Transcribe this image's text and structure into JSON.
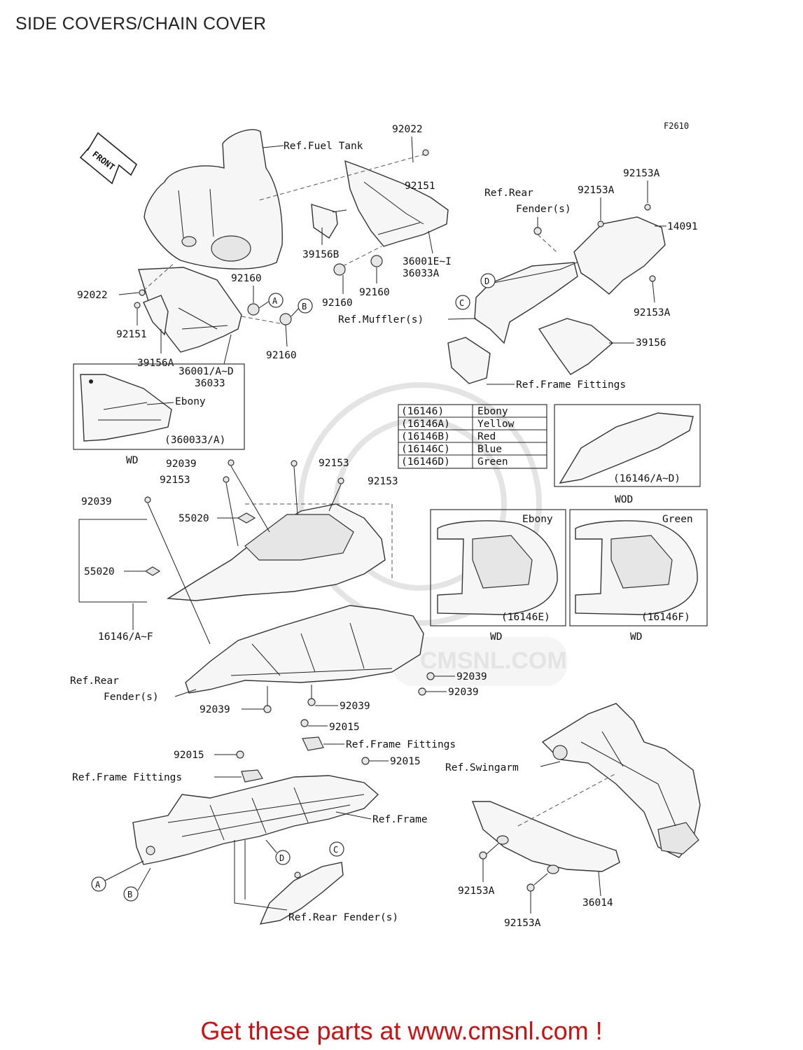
{
  "page_title": "SIDE COVERS/CHAIN COVER",
  "figure_code": "F2610",
  "front_arrow": "FRONT",
  "footer_text": "Get these parts at www.cmsnl.com !",
  "watermark": "CMSNL.COM",
  "labels": {
    "ref_fuel_tank": "Ref.Fuel Tank",
    "p92022_top": "92022",
    "p92151_top": "92151",
    "p39156b": "39156B",
    "p36001e": "36001E~I",
    "p36033a": "36033A",
    "p92160_a": "92160",
    "p92160_b": "92160",
    "p92160_c": "92160",
    "p92160_d": "92160",
    "p92022_left": "92022",
    "p92151_left": "92151",
    "p39156a": "39156A",
    "p36001": "36001/A~D",
    "p36033": "36033",
    "ref_rear_fender_1": "Ref.Rear",
    "ref_rear_fender_2": "Fender(s)",
    "p92153a_1": "92153A",
    "p92153a_2": "92153A",
    "p14091": "14091",
    "p92153a_3": "92153A",
    "ref_muffler": "Ref.Muffler(s)",
    "p39156": "39156",
    "ref_frame_fittings_1": "Ref.Frame Fittings",
    "ebony_1": "Ebony",
    "p360033a": "(360033/A)",
    "wd_1": "WD",
    "p92039_1": "92039",
    "p92153_1": "92153",
    "p92153_2": "92153",
    "p92153_3": "92153",
    "p92039_2": "92039",
    "p55020_1": "55020",
    "p55020_2": "55020",
    "p16146af": "16146/A~F",
    "ref_rear_2": "Ref.Rear",
    "fender_2": "Fender(s)",
    "p92039_3": "92039",
    "p92039_4": "92039",
    "p92039_5": "92039",
    "p92039_6": "92039",
    "p16146ad": "(16146/A~D)",
    "wod": "WOD",
    "ebony_2": "Ebony",
    "p16146e": "(16146E)",
    "wd_2": "WD",
    "green": "Green",
    "p16146f": "(16146F)",
    "wd_3": "WD",
    "p92015_1": "92015",
    "ref_frame_fittings_2": "Ref.Frame Fittings",
    "p92015_2": "92015",
    "ref_frame_fittings_3": "Ref.Frame Fittings",
    "p92015_3": "92015",
    "ref_swingarm": "Ref.Swingarm",
    "ref_frame": "Ref.Frame",
    "ref_rear_fender_3": "Ref.Rear Fender(s)",
    "p92153a_4": "92153A",
    "p36014": "36014",
    "p92153a_5": "92153A"
  },
  "callouts": {
    "a": "A",
    "b": "B",
    "c": "C",
    "d": "D"
  },
  "color_table": [
    {
      "code": "(16146)",
      "color": "Ebony"
    },
    {
      "code": "(16146A)",
      "color": "Yellow"
    },
    {
      "code": "(16146B)",
      "color": "Red"
    },
    {
      "code": "(16146C)",
      "color": "Blue"
    },
    {
      "code": "(16146D)",
      "color": "Green"
    }
  ]
}
